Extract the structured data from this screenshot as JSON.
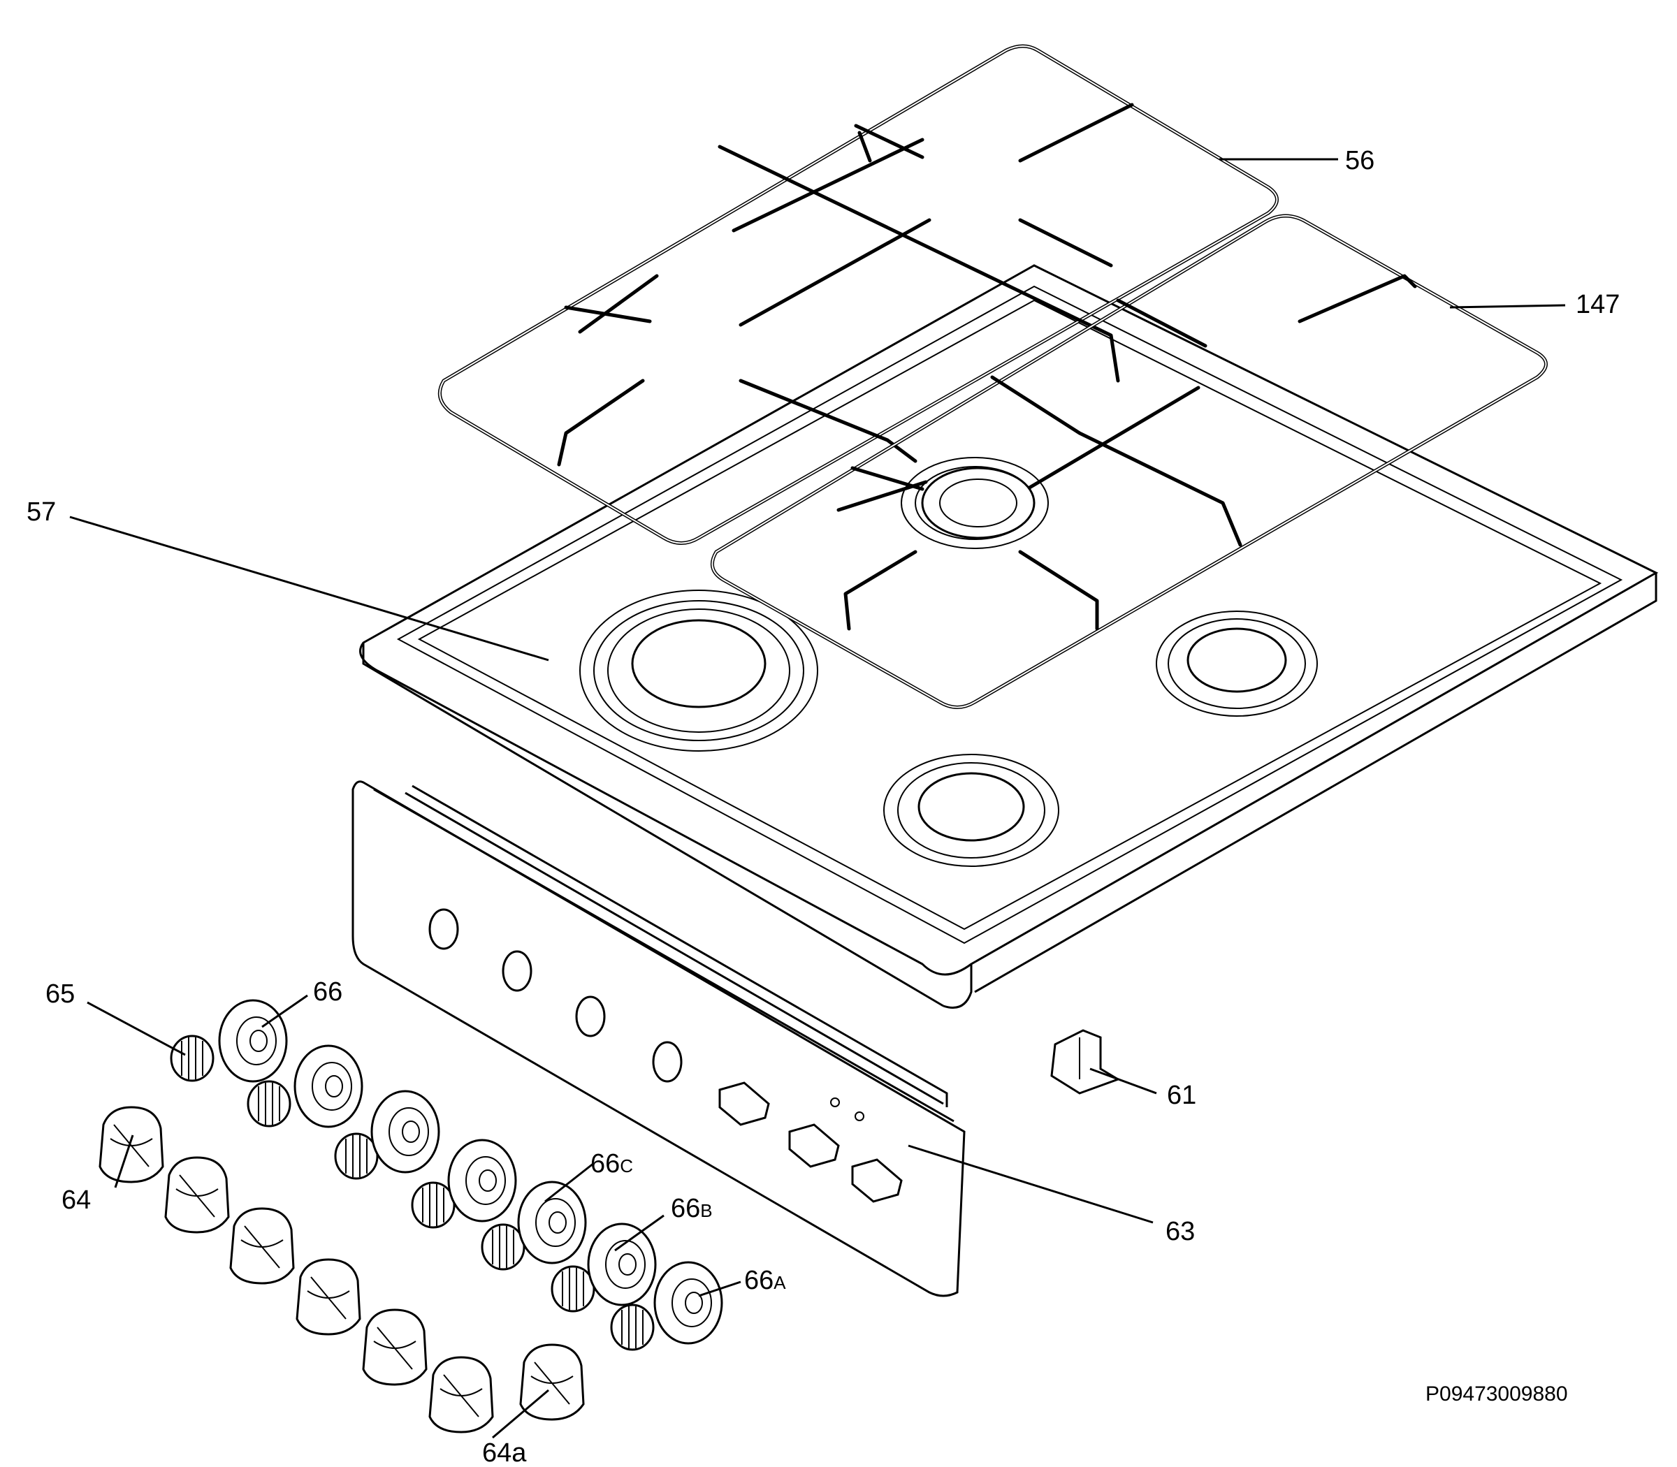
{
  "diagram": {
    "callouts": [
      {
        "id": "56",
        "text": "56",
        "sub": ""
      },
      {
        "id": "147",
        "text": "147",
        "sub": ""
      },
      {
        "id": "57",
        "text": "57",
        "sub": ""
      },
      {
        "id": "65",
        "text": "65",
        "sub": ""
      },
      {
        "id": "66",
        "text": "66",
        "sub": ""
      },
      {
        "id": "61",
        "text": "61",
        "sub": ""
      },
      {
        "id": "66C",
        "text": "66",
        "sub": "C"
      },
      {
        "id": "64",
        "text": "64",
        "sub": ""
      },
      {
        "id": "66B",
        "text": "66",
        "sub": "B"
      },
      {
        "id": "63",
        "text": "63",
        "sub": ""
      },
      {
        "id": "66A",
        "text": "66",
        "sub": "A"
      },
      {
        "id": "64a",
        "text": "64a",
        "sub": ""
      }
    ],
    "drawing_code": "P09473009880"
  }
}
